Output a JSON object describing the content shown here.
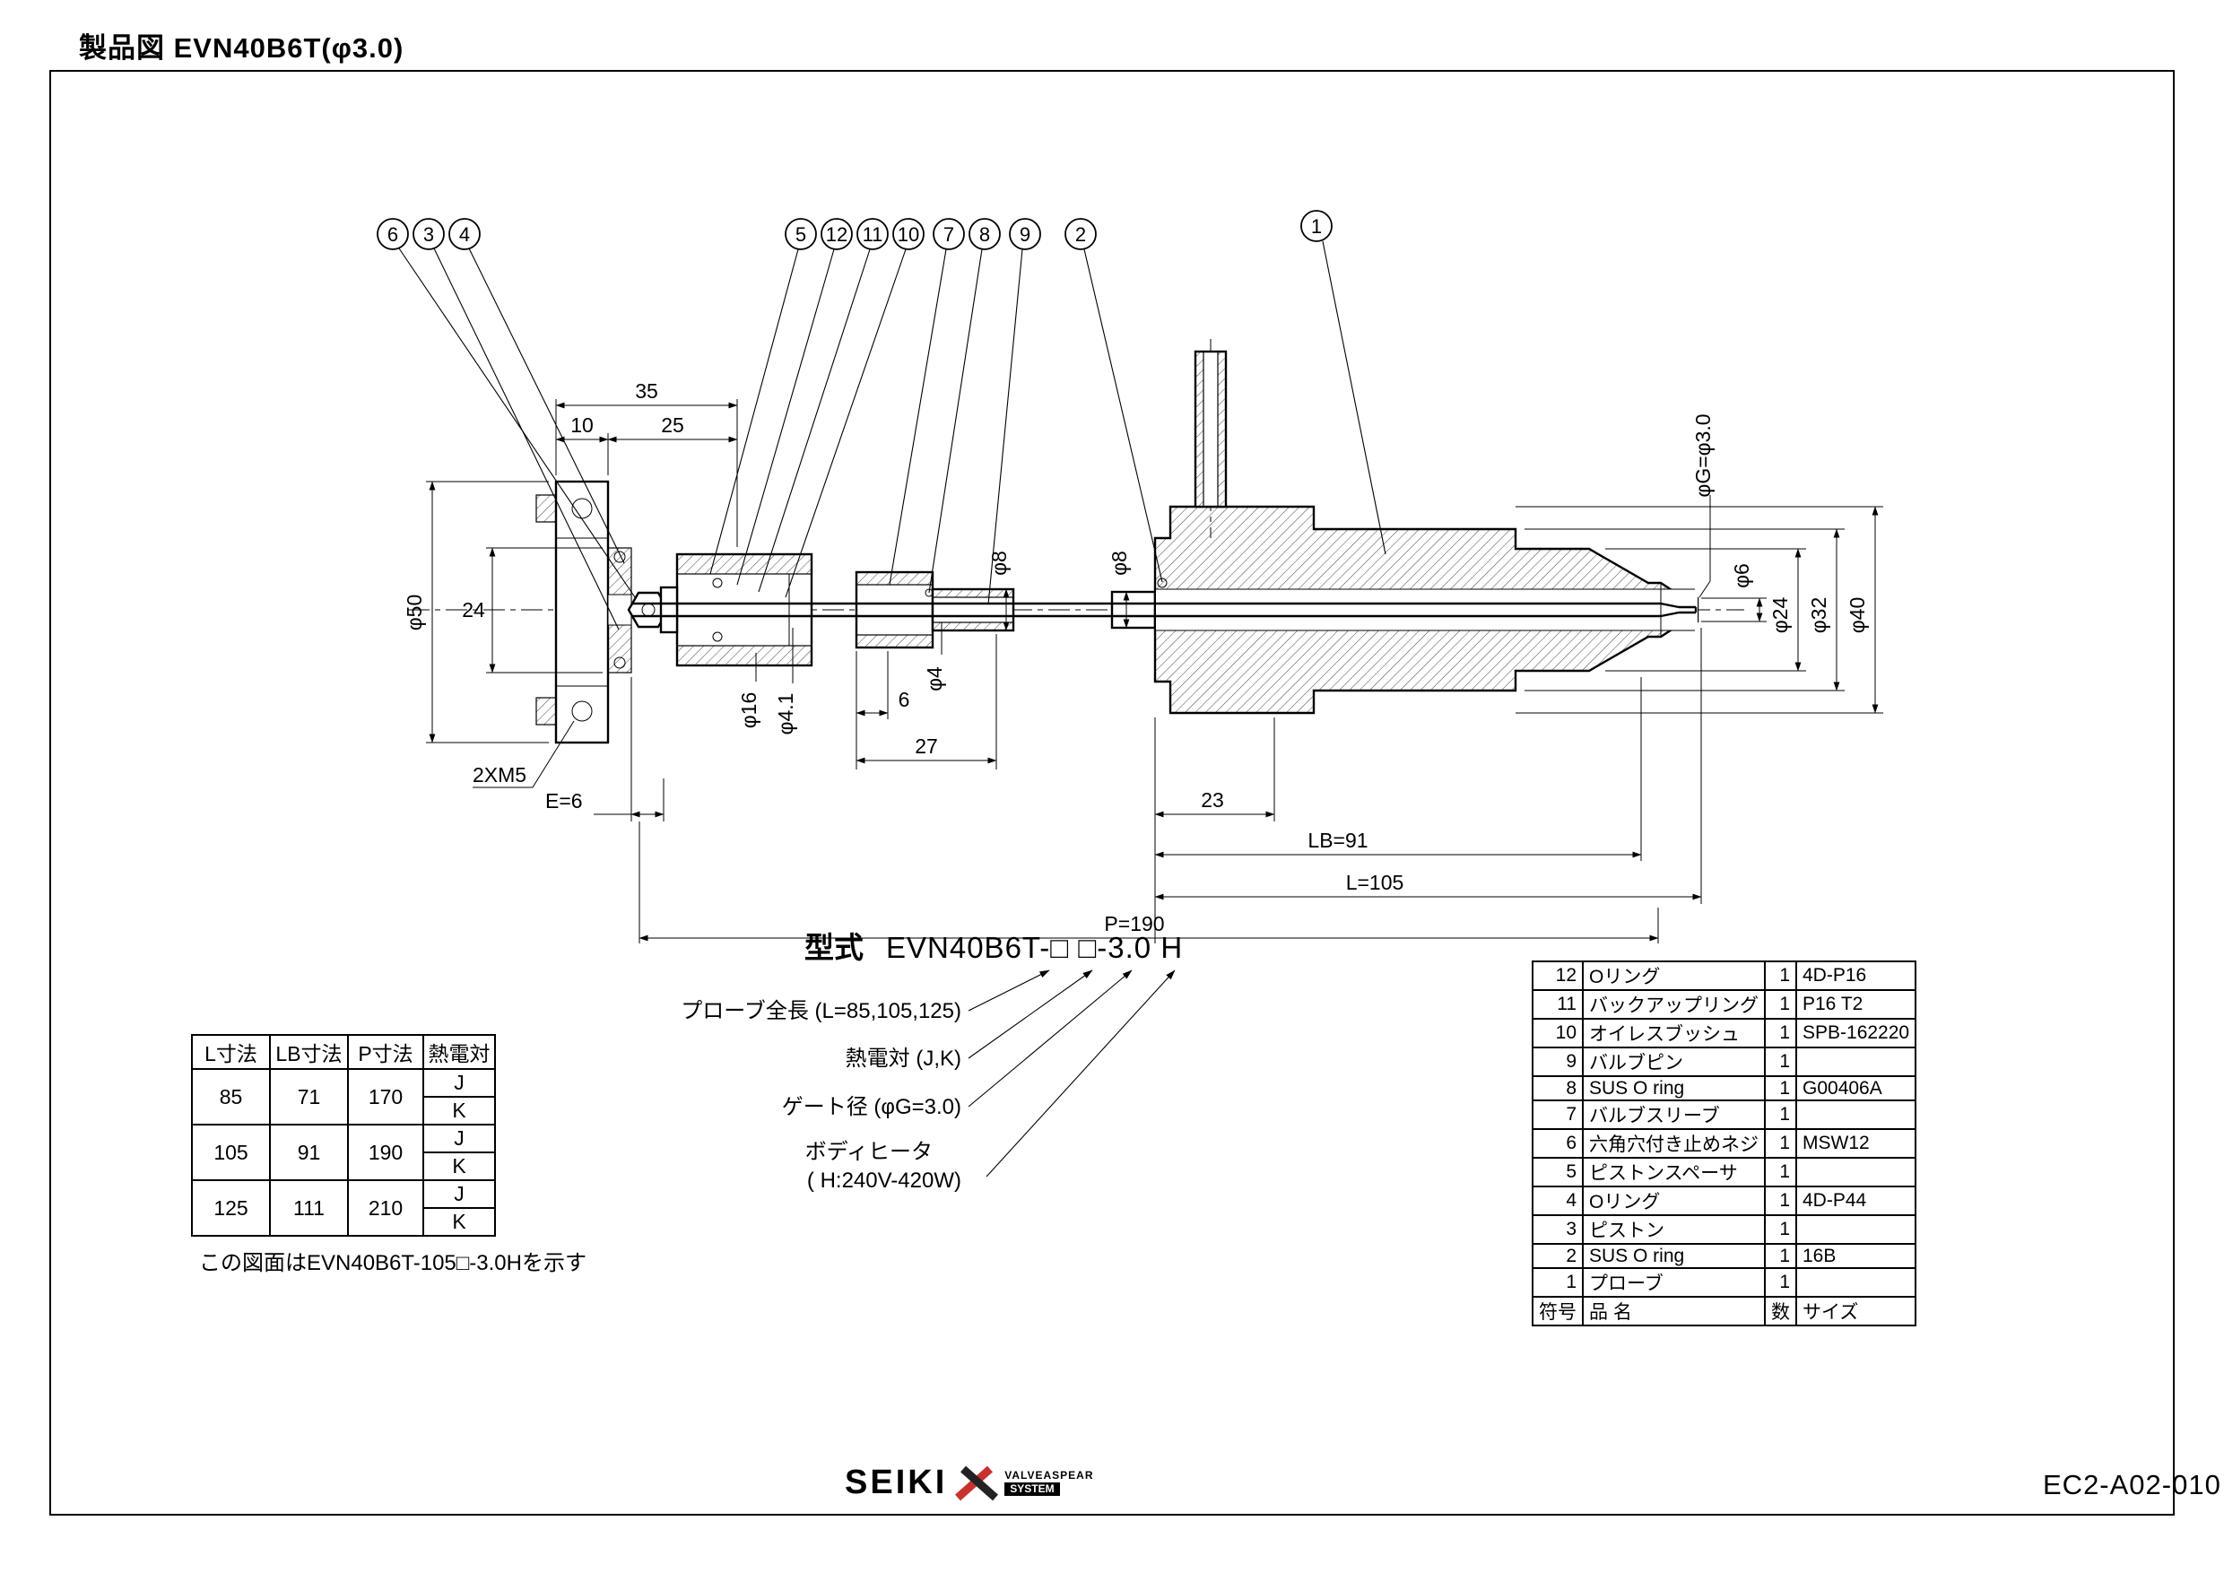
{
  "title": "製品図 EVN40B6T(φ3.0)",
  "doc_number": "EC2-A02-010",
  "footer": {
    "brand": "SEIKI",
    "logo_line1": "VALVEASPEAR",
    "logo_line2": "SYSTEM"
  },
  "model": {
    "label": "型式",
    "code": "EVN40B6T-□ □-3.0 H",
    "callout_probe": "プローブ全長 (L=85,105,125)",
    "callout_tc": "熱電対 (J,K)",
    "callout_gate": "ゲート径 (φG=3.0)",
    "callout_heater1": "ボディヒータ",
    "callout_heater2": "( H:240V-420W)"
  },
  "dims": {
    "d35": "35",
    "d10": "10",
    "d25": "25",
    "d50": "φ50",
    "d24": "24",
    "bolt": "2XM5",
    "e6": "E=6",
    "d16": "φ16",
    "d41": "φ4.1",
    "d6": "6",
    "d27": "27",
    "d4": "φ4",
    "d8a": "φ8",
    "d8b": "φ8",
    "d23": "23",
    "lb": "LB=91",
    "l": "L=105",
    "p": "P=190",
    "gate": "φG=φ3.0",
    "dt6": "φ6",
    "dt24": "φ24",
    "dt32": "φ32",
    "dt40": "φ40"
  },
  "balloons": [
    "6",
    "3",
    "4",
    "5",
    "12",
    "11",
    "10",
    "7",
    "8",
    "9",
    "2",
    "1"
  ],
  "spec_table": {
    "headers": [
      "L寸法",
      "LB寸法",
      "P寸法",
      "熱電対"
    ],
    "groups": [
      {
        "L": "85",
        "LB": "71",
        "P": "170",
        "tc0": "J",
        "tc1": "K"
      },
      {
        "L": "105",
        "LB": "91",
        "P": "190",
        "tc0": "J",
        "tc1": "K"
      },
      {
        "L": "125",
        "LB": "111",
        "P": "210",
        "tc0": "J",
        "tc1": "K"
      }
    ],
    "note": "この図面はEVN40B6T-105□-3.0Hを示す"
  },
  "parts_table": {
    "headers": [
      "符号",
      "品 名",
      "数",
      "サイズ"
    ],
    "rows": [
      [
        "12",
        "Oリング",
        "1",
        "4D-P16"
      ],
      [
        "11",
        "バックアップリング",
        "1",
        "P16 T2"
      ],
      [
        "10",
        "オイレスブッシュ",
        "1",
        "SPB-162220"
      ],
      [
        "9",
        "バルブピン",
        "1",
        ""
      ],
      [
        "8",
        "SUS O ring",
        "1",
        "G00406A"
      ],
      [
        "7",
        "バルブスリーブ",
        "1",
        ""
      ],
      [
        "6",
        "六角穴付き止めネジ",
        "1",
        "MSW12"
      ],
      [
        "5",
        "ピストンスペーサ",
        "1",
        ""
      ],
      [
        "4",
        "Oリング",
        "1",
        "4D-P44"
      ],
      [
        "3",
        "ピストン",
        "1",
        ""
      ],
      [
        "2",
        "SUS O ring",
        "1",
        "16B"
      ],
      [
        "1",
        "プローブ",
        "1",
        ""
      ]
    ]
  }
}
